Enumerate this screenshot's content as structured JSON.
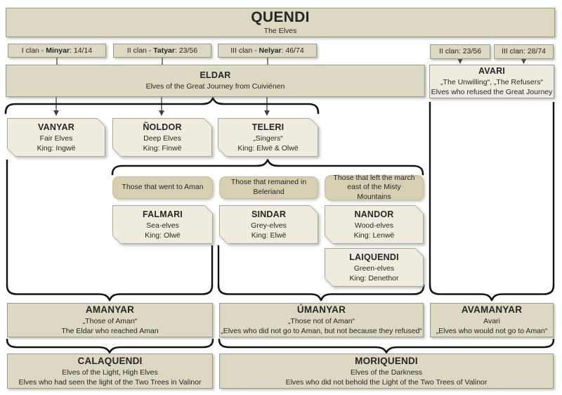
{
  "quendi": {
    "title": "QUENDI",
    "subtitle": "The Elves"
  },
  "clans_left": [
    {
      "pre": "I clan - ",
      "bold": "Minyar",
      "post": ": 14/14"
    },
    {
      "pre": "II clan - ",
      "bold": "Tatyar",
      "post": ": 23/56"
    },
    {
      "pre": "III clan - ",
      "bold": "Nelyar",
      "post": ": 46/74"
    }
  ],
  "clans_right": [
    {
      "label": "II clan: 23/56"
    },
    {
      "label": "III clan: 28/74"
    }
  ],
  "eldar": {
    "title": "ELDAR",
    "line1": "Elves of the Great Journey from Cuiviénen"
  },
  "avari": {
    "title": "AVARI",
    "line1": "„The Unwilling“, „The Refusers“",
    "line2": "Elves who refused the Great Journey"
  },
  "kindreds": [
    {
      "title": "VANYAR",
      "line1": "Fair Elves",
      "line2": "King: Ingwë"
    },
    {
      "title": "ÑOLDOR",
      "line1": "Deep Elves",
      "line2": "King: Finwë"
    },
    {
      "title": "TELERI",
      "line1": "„Singers“",
      "line2": "King: Elwë & Olwë"
    }
  ],
  "split_labels": [
    {
      "label": "Those that went to Aman"
    },
    {
      "label": "Those that remained in Beleriand"
    },
    {
      "label": "Those that left the march east of the Misty Mountains"
    }
  ],
  "teleri_groups": [
    {
      "title": "FALMARI",
      "line1": "Sea-elves",
      "line2": "King: Olwë"
    },
    {
      "title": "SINDAR",
      "line1": "Grey-elves",
      "line2": "King: Elwë"
    },
    {
      "title": "NANDOR",
      "line1": "Wood-elves",
      "line2": "King: Lenwë"
    },
    {
      "title": "LAIQUENDI",
      "line1": "Green-elves",
      "line2": "King: Denethor"
    }
  ],
  "fate_row": [
    {
      "title": "AMANYAR",
      "line1": "„Those of Aman“",
      "line2": "The Eldar who reached Aman"
    },
    {
      "title": "ÚMANYAR",
      "line1": "„Those not of Aman“",
      "line2": "„Elves who did not go to Aman, but not because they refused“"
    },
    {
      "title": "AVAMANYAR",
      "line1": "Avari",
      "line2": "„Elves who would not go to Aman“"
    }
  ],
  "light_row": [
    {
      "title": "CALAQUENDI",
      "line1": "Elves of the Light, High Elves",
      "line2": "Elves who had seen the light of the Two Trees in Valinor"
    },
    {
      "title": "MORIQUENDI",
      "line1": "Elves of the Darkness",
      "line2": "Elves who did not behold the Light of the Two Trees of Valinor"
    }
  ],
  "colors": {
    "box_tan": "#ddd8c2",
    "box_cream": "#efecdf",
    "label_tan": "#d6cfb1",
    "line": "#141414"
  }
}
